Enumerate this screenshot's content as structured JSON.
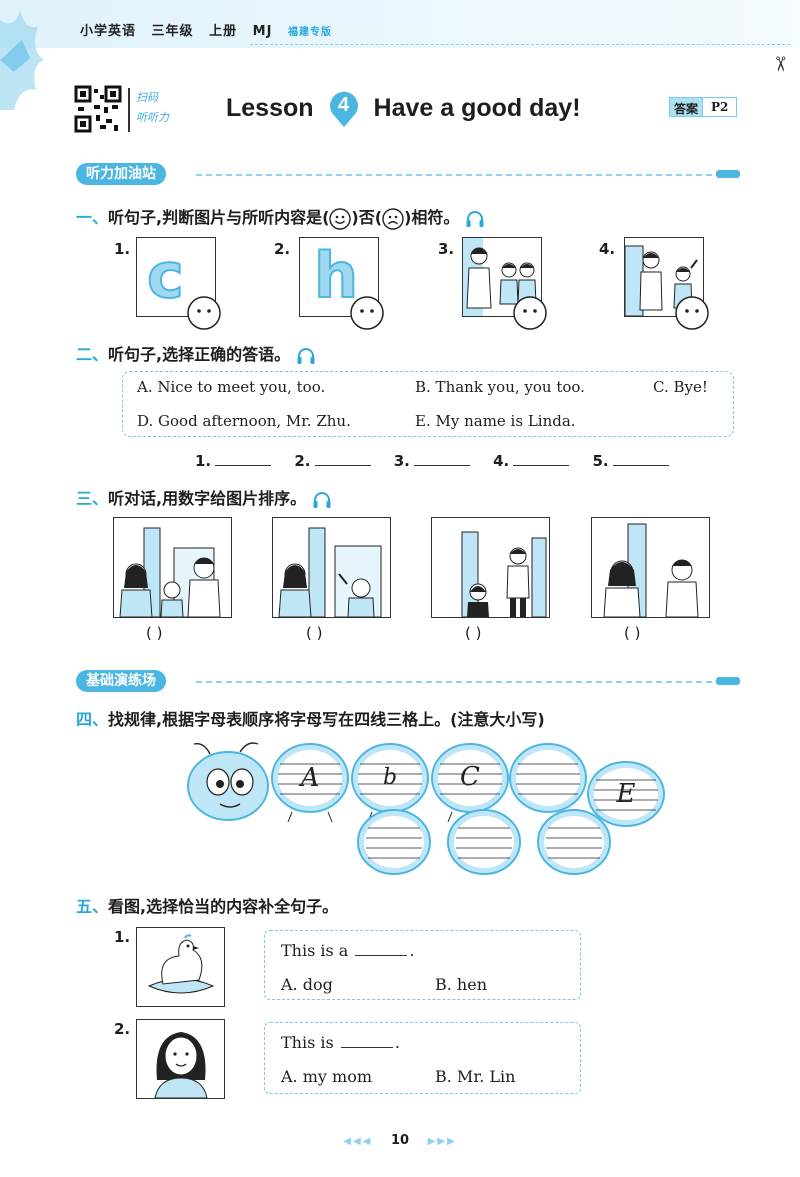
{
  "header": {
    "subject": "小学英语",
    "grade": "三年级",
    "volume": "上册",
    "version": "MJ",
    "edition": "福建专版"
  },
  "scan": {
    "line1": "扫码",
    "line2": "听听力"
  },
  "lesson": {
    "prefix": "Lesson",
    "number": "4",
    "title": "Have a good day!"
  },
  "answer": {
    "label": "答案",
    "page": "P2"
  },
  "sections": {
    "listening": "听力加油站",
    "basics": "基础演练场"
  },
  "q1": {
    "num": "一、",
    "text_before": "听句子,判断图片与所听内容是(",
    "text_mid": ")否(",
    "text_after": ")相符。",
    "items": [
      {
        "label": "1.",
        "letter": "c"
      },
      {
        "label": "2.",
        "letter": "h"
      },
      {
        "label": "3.",
        "letter": ""
      },
      {
        "label": "4.",
        "letter": ""
      }
    ]
  },
  "q2": {
    "num": "二、",
    "text": "听句子,选择正确的答语。",
    "options": [
      "A. Nice to meet you, too.",
      "B. Thank you, you too.",
      "C. Bye!",
      "D. Good afternoon, Mr. Zhu.",
      "E. My name is Linda."
    ],
    "blanks": [
      "1.",
      "2.",
      "3.",
      "4.",
      "5."
    ]
  },
  "q3": {
    "num": "三、",
    "text": "听对话,用数字给图片排序。",
    "brackets": [
      "(        )",
      "(        )",
      "(        )",
      "(        )"
    ]
  },
  "q4": {
    "num": "四、",
    "text": "找规律,根据字母表顺序将字母写在四线三格上。(注意大小写)",
    "letters": [
      "A",
      "b",
      "C",
      "",
      "E",
      "",
      "",
      ""
    ]
  },
  "q5": {
    "num": "五、",
    "text": "看图,选择恰当的内容补全句子。",
    "items": [
      {
        "label": "1.",
        "sentence": "This is a",
        "end": ".",
        "opt_a": "A. dog",
        "opt_b": "B. hen"
      },
      {
        "label": "2.",
        "sentence": "This is",
        "end": ".",
        "opt_a": "A. my mom",
        "opt_b": "B. Mr. Lin"
      }
    ]
  },
  "footer": {
    "page": "10"
  },
  "colors": {
    "accent": "#4bb6e2",
    "accent_dark": "#2aa8d8",
    "light": "#bfe6f6"
  }
}
